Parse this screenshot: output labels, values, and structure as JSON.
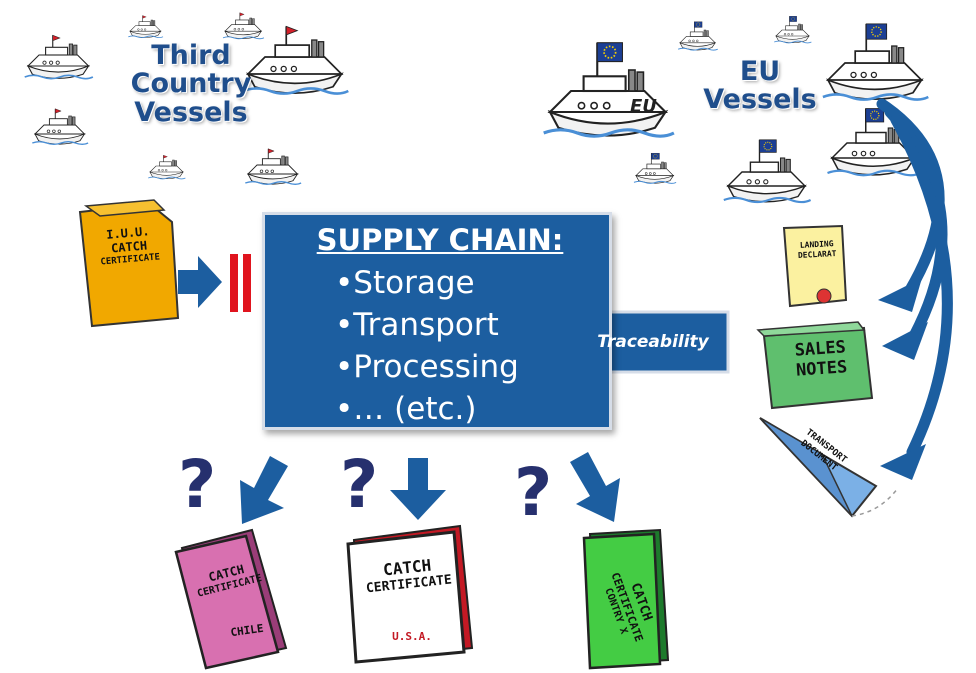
{
  "third_country_label": "Third Country Vessels",
  "eu_label": "EU Vessels",
  "vessel_flag_text": "EU",
  "iuu_certificate": {
    "line1": "I.U.U.",
    "line2": "CATCH",
    "line3": "CERTIFICATE"
  },
  "supply_chain": {
    "title": "SUPPLY CHAIN:",
    "items": [
      "Storage",
      "Transport",
      "Processing",
      "… (etc.)"
    ]
  },
  "traceability_label": "Traceability",
  "eu_documents": {
    "landing": {
      "line1": "LANDING",
      "line2": "DECLARAT"
    },
    "sales": {
      "line1": "SALES",
      "line2": "NOTES"
    },
    "transport": {
      "line1": "TRANSPORT",
      "line2": "DOCUMENT"
    }
  },
  "question_mark": "?",
  "certificates": [
    {
      "line1": "CATCH",
      "line2": "CERTIFICATE",
      "country": "CHILE",
      "color": "#d870b0"
    },
    {
      "line1": "CATCH",
      "line2": "CERTIFICATE",
      "country": "U.S.A.",
      "color": "#ffffff"
    },
    {
      "line1": "CATCH",
      "line2": "CERTIFICATE",
      "country": "CONTRY X",
      "color": "#44cc44"
    }
  ],
  "colors": {
    "box": "#1c5ea0",
    "arrow": "#1c5ea0",
    "heading": "#1f4e8c",
    "stop_bars": "#e0141e"
  }
}
